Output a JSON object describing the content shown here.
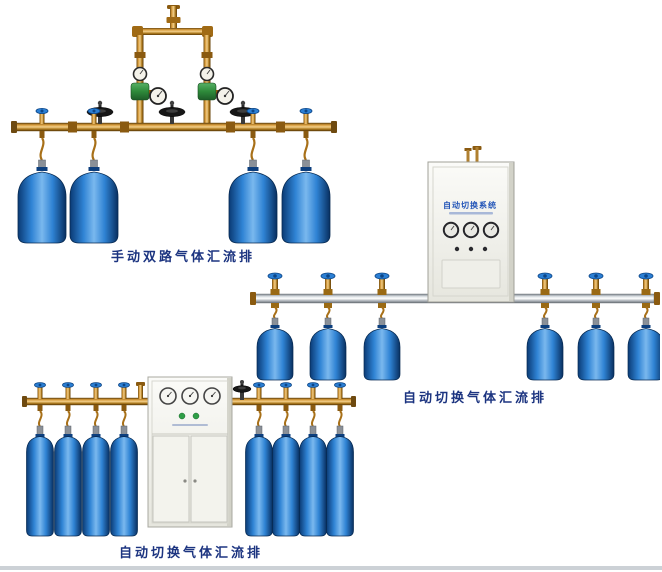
{
  "products": [
    {
      "id": "manual-dual-manifold",
      "caption": "手动双路气体汇流排",
      "cylinders": 4
    },
    {
      "id": "auto-switch-manifold-wall-cabinet",
      "caption": "自动切换气体汇流排",
      "cabinet_label": "自动切换系统",
      "cylinders": 6
    },
    {
      "id": "auto-switch-manifold-floor-cabinet",
      "caption": "自动切换气体汇流排",
      "cylinders": 8
    }
  ],
  "colors": {
    "caption_text": "#1c3480",
    "cylinder_blue": "#2f83d4",
    "brass_pipe": "#d89c3c",
    "steel_pipe": "#dfe4e8",
    "cabinet_body": "#f3f3ee",
    "handwheel_dark": "#171717",
    "handwheel_blue": "#2b7fd4",
    "regulator_green": "#2e8a3a",
    "background": "#ffffff"
  }
}
